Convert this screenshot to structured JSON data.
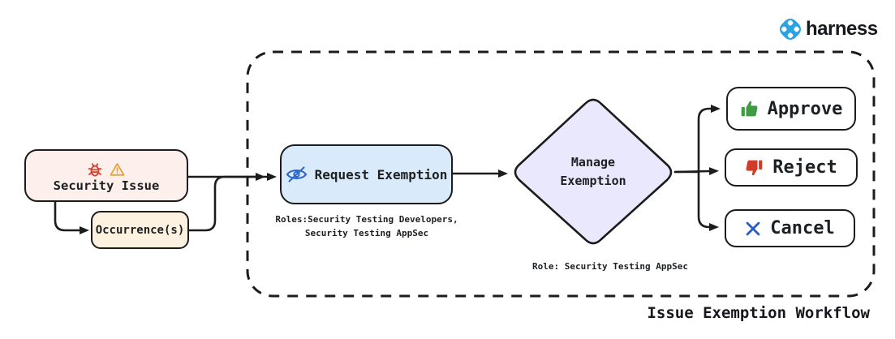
{
  "brand": {
    "name": "harness",
    "logo_icon": "harness-logo",
    "logo_color": "#29a3e1"
  },
  "diagram_title": "Issue Exemption Workflow",
  "nodes": {
    "security_issue": {
      "label": "Security Issue",
      "icons": [
        "bug-icon",
        "warning-icon"
      ],
      "fill": "#fdf0ec"
    },
    "occurrences": {
      "label": "Occurrence(s)",
      "fill": "#fcf2df"
    },
    "request_exemption": {
      "label": "Request Exemption",
      "icon": "eye-slash-icon",
      "fill": "#d9ebfb",
      "roles_caption_line1": "Roles:Security Testing Developers,",
      "roles_caption_line2": "Security Testing AppSec"
    },
    "manage_exemption": {
      "label_line1": "Manage",
      "label_line2": "Exemption",
      "fill": "#eae8fc",
      "role_caption": "Role: Security Testing AppSec"
    },
    "approve": {
      "label": "Approve",
      "icon": "thumbs-up-icon",
      "icon_color": "#3f9b41"
    },
    "reject": {
      "label": "Reject",
      "icon": "thumbs-down-icon",
      "icon_color": "#d13b27"
    },
    "cancel": {
      "label": "Cancel",
      "icon": "x-icon",
      "icon_color": "#2857c9"
    }
  },
  "colors": {
    "line": "#1c1c1c",
    "bug_icon": "#d7402e",
    "warning_icon": "#e8a23c",
    "eye_slash_icon": "#2d6ac8"
  }
}
